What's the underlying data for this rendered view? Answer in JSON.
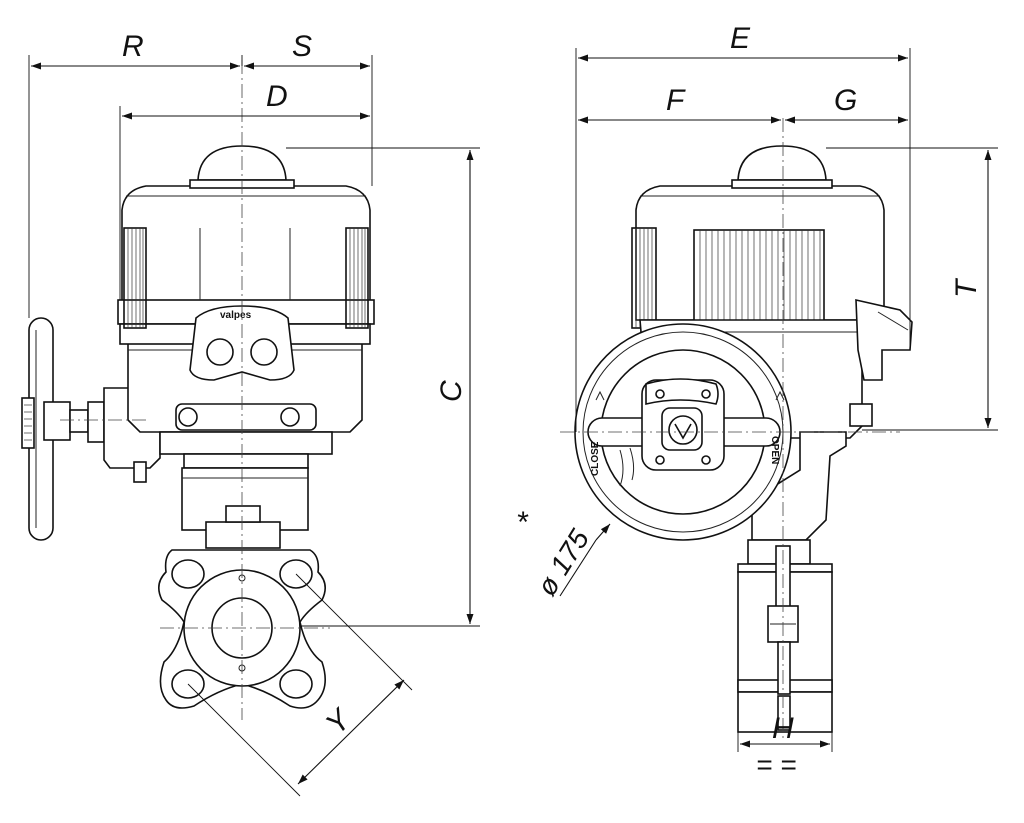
{
  "dimension_labels": {
    "R": "R",
    "S": "S",
    "D": "D",
    "C": "C",
    "Y": "Y",
    "E": "E",
    "F": "F",
    "G": "G",
    "T": "T",
    "H": "H",
    "diameter": "ø 175",
    "asterisk": "*",
    "equal_mark": "= ="
  },
  "handwheel_text": {
    "close": "CLOSE",
    "open": "OPEN"
  },
  "logo_text": "valpes"
}
